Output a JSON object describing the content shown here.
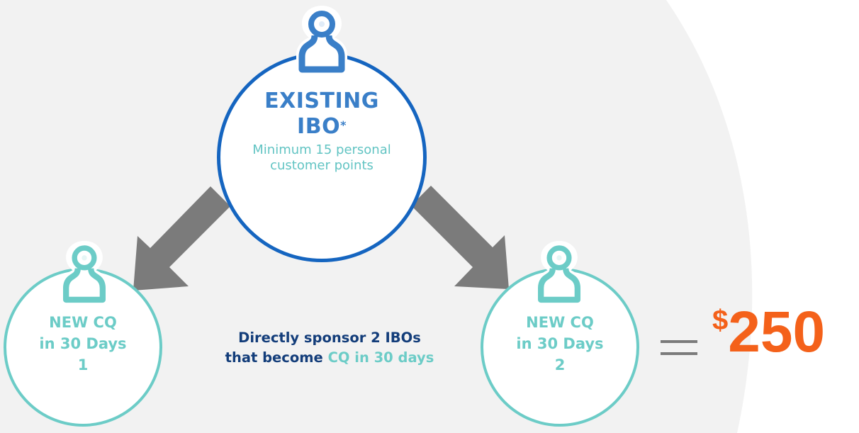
{
  "top_node": {
    "title_line1": "EXISTING",
    "title_line2": "IBO",
    "footnote_mark": "*",
    "requirement": "Minimum 15 personal customer points"
  },
  "left_node": {
    "line1": "NEW CQ",
    "line2": "in 30 Days",
    "line3": "1"
  },
  "right_node": {
    "line1": "NEW CQ",
    "line2": "in 30 Days",
    "line3": "2"
  },
  "center_text": {
    "line1": "Directly sponsor 2 IBOs",
    "line2_prefix": "that become ",
    "line2_accent": "CQ in 30 days"
  },
  "result": {
    "currency": "$",
    "amount": "250"
  },
  "icons": {
    "person": "person-icon",
    "arrow": "arrow-down-icon",
    "equals": "equals-icon"
  },
  "colors": {
    "existing_ring": "#1565c0",
    "existing_title": "#3a7fc8",
    "new_ring": "#6cccc7",
    "teal_text": "#62c4c3",
    "navy_text": "#133d7a",
    "arrow": "#7b7b7b",
    "amount": "#f4611a",
    "background_shape": "#f2f2f2"
  }
}
